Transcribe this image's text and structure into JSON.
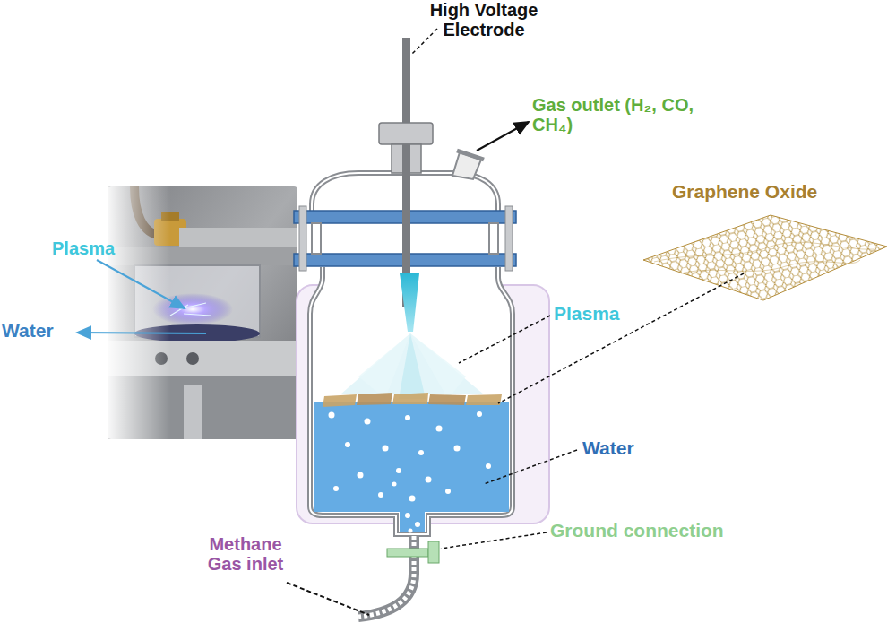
{
  "diagram": {
    "labels": [
      "High Voltage Electrode",
      "Gas outlet (H₂, CO, CH₄)",
      "Graphene Oxide",
      "Plasma",
      "Water",
      "Plasma",
      "Water",
      "Ground connection",
      "Methane Gas inlet"
    ]
  }
}
